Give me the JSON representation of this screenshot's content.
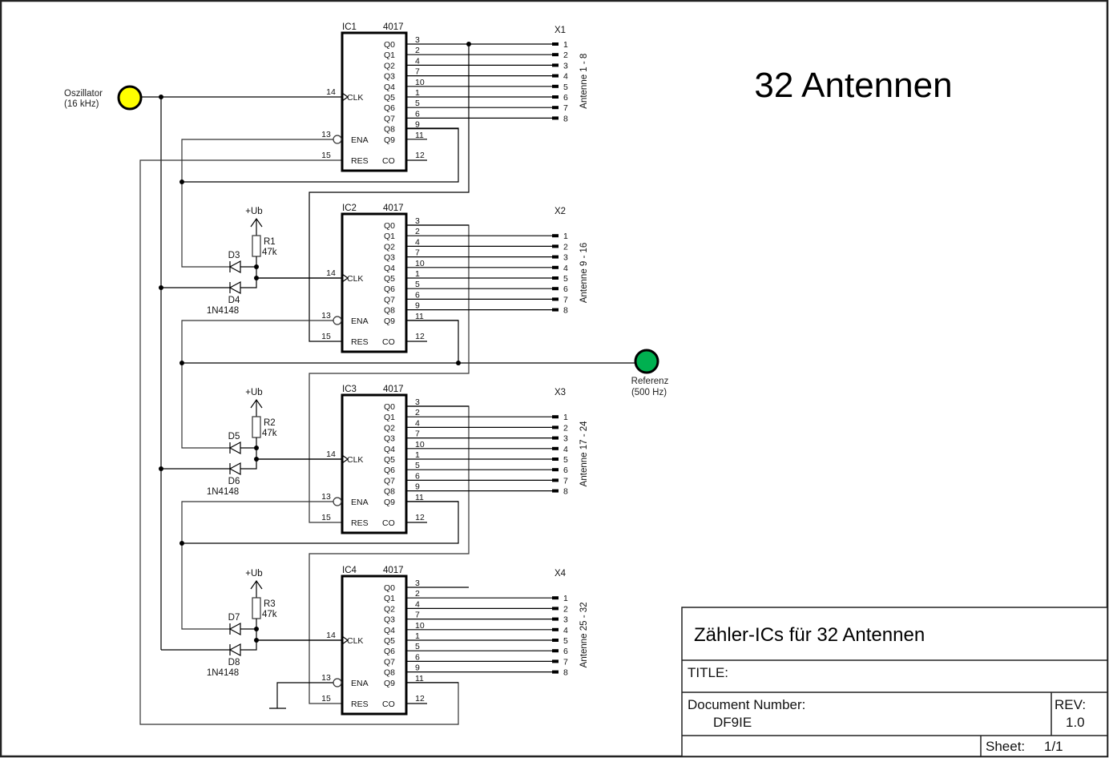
{
  "sheet_title": "32 Antennen",
  "oscillator": {
    "label": "Oszillator",
    "freq": "(16 kHz)",
    "color": "#ffff00"
  },
  "reference": {
    "label": "Referenz",
    "freq": "(500 Hz)",
    "color": "#00b050"
  },
  "ics": [
    {
      "ref": "IC1",
      "part": "4017",
      "connector": "X1",
      "antenna_range": "Antenne 1 - 8"
    },
    {
      "ref": "IC2",
      "part": "4017",
      "connector": "X2",
      "antenna_range": "Antenne 9 - 16"
    },
    {
      "ref": "IC3",
      "part": "4017",
      "connector": "X3",
      "antenna_range": "Antenne 17 - 24"
    },
    {
      "ref": "IC4",
      "part": "4017",
      "connector": "X4",
      "antenna_range": "Antenne 25 - 32"
    }
  ],
  "ic_pins": {
    "outputs": [
      {
        "name": "Q0",
        "pin": "3"
      },
      {
        "name": "Q1",
        "pin": "2"
      },
      {
        "name": "Q2",
        "pin": "4"
      },
      {
        "name": "Q3",
        "pin": "7"
      },
      {
        "name": "Q4",
        "pin": "10"
      },
      {
        "name": "Q5",
        "pin": "1"
      },
      {
        "name": "Q6",
        "pin": "5"
      },
      {
        "name": "Q7",
        "pin": "6"
      },
      {
        "name": "Q8",
        "pin": "9"
      },
      {
        "name": "Q9",
        "pin": "11"
      }
    ],
    "clk": {
      "name": "CLK",
      "pin": "14"
    },
    "ena": {
      "name": "ENA",
      "pin": "13"
    },
    "res": {
      "name": "RES",
      "pin": "15"
    },
    "co": {
      "name": "CO",
      "pin": "12"
    }
  },
  "connector_pins": [
    "1",
    "2",
    "3",
    "4",
    "5",
    "6",
    "7",
    "8"
  ],
  "gates": [
    {
      "resistor": "R1",
      "value": "47k",
      "diode_a": "D3",
      "diode_b": "D4",
      "diode_type": "1N4148",
      "supply": "+Ub"
    },
    {
      "resistor": "R2",
      "value": "47k",
      "diode_a": "D5",
      "diode_b": "D6",
      "diode_type": "1N4148",
      "supply": "+Ub"
    },
    {
      "resistor": "R3",
      "value": "47k",
      "diode_a": "D7",
      "diode_b": "D8",
      "diode_type": "1N4148",
      "supply": "+Ub"
    }
  ],
  "title_block": {
    "description": "Zähler-ICs für 32 Antennen",
    "title_label": "TITLE:",
    "doc_number_label": "Document Number:",
    "doc_number": "DF9IE",
    "rev_label": "REV:",
    "rev": "1.0",
    "sheet_label": "Sheet:",
    "sheet": "1/1"
  }
}
